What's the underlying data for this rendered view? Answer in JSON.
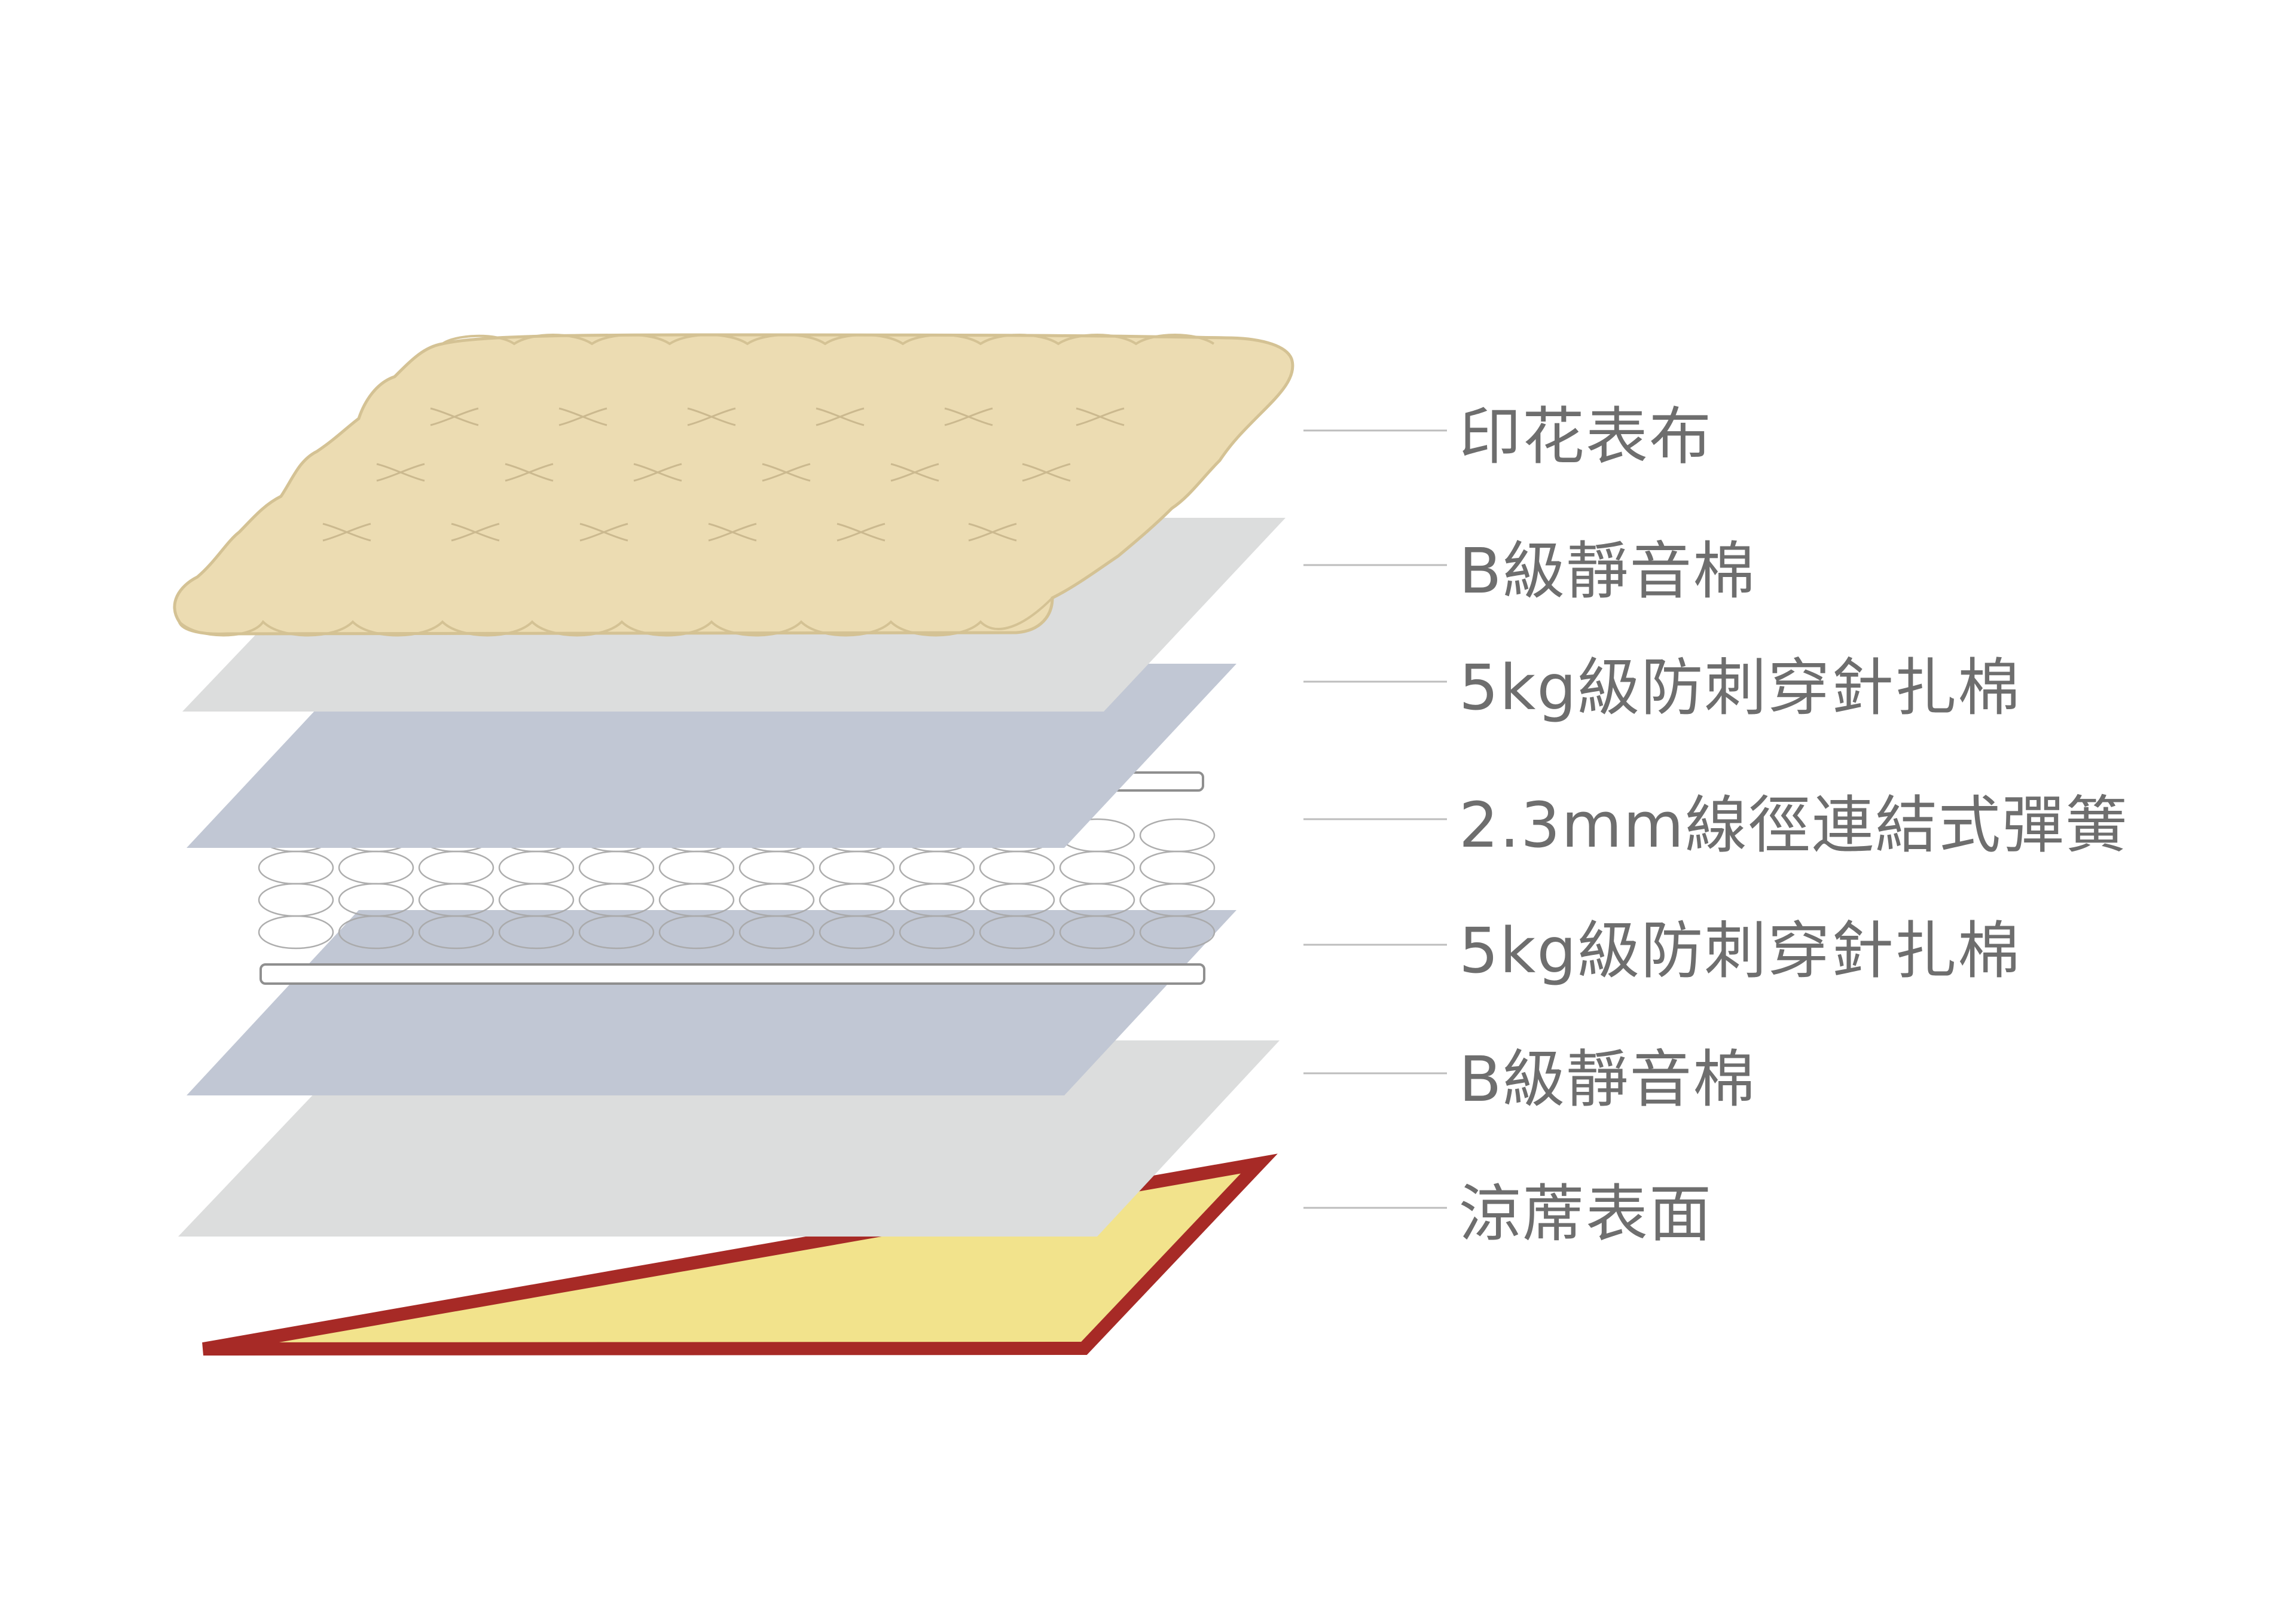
{
  "layers": [
    {
      "label": "印花表布",
      "part": "top-fabric",
      "color": "#ecdcb2",
      "stroke": "#d4c294"
    },
    {
      "label": "B級靜音棉",
      "part": "silent-foam",
      "color": "#dcdddd"
    },
    {
      "label": "5kg級防刺穿針扎棉",
      "part": "needle-felt",
      "color": "#c1c7d4"
    },
    {
      "label": "2.3mm線徑連結式彈簧",
      "part": "spring-unit",
      "color": "#ffffff",
      "stroke": "#9d9d9d"
    },
    {
      "label": "5kg級防刺穿針扎棉",
      "part": "needle-felt",
      "color": "#c1c7d4"
    },
    {
      "label": "B級靜音棉",
      "part": "silent-foam",
      "color": "#dcdddd"
    },
    {
      "label": "涼蓆表面",
      "part": "cool-mat",
      "color": "#f2e38c",
      "stroke": "#a72a26"
    }
  ]
}
